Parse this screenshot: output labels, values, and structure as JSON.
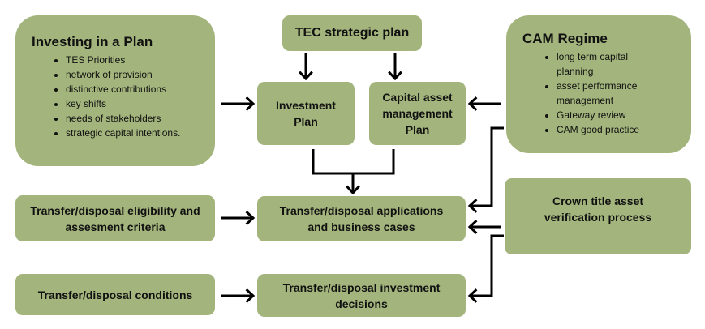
{
  "investing_plan": {
    "title": "Investing in a Plan",
    "items": [
      "TES Priorities",
      "network of provision",
      "distinctive contributions",
      "key shifts",
      "needs of stakeholders",
      "strategic capital intentions."
    ]
  },
  "tec_strategic_plan": {
    "label": "TEC strategic plan"
  },
  "investment_plan": {
    "label": "Investment Plan"
  },
  "capital_asset_plan": {
    "label": "Capital asset management Plan"
  },
  "cam_regime": {
    "title": "CAM Regime",
    "items": [
      "long term capital planning",
      "asset performance management",
      "Gateway review",
      "CAM good practice"
    ]
  },
  "eligibility_criteria": {
    "label": "Transfer/disposal eligibility and assesment criteria"
  },
  "applications": {
    "label": "Transfer/disposal applications and business cases"
  },
  "crown_title": {
    "label": "Crown title asset verification process"
  },
  "conditions": {
    "label": "Transfer/disposal conditions"
  },
  "investment_decisions": {
    "label": "Transfer/disposal investment decisions"
  },
  "colors": {
    "box_fill": "#a3b57c",
    "arrow": "#000000",
    "text": "#111111"
  }
}
